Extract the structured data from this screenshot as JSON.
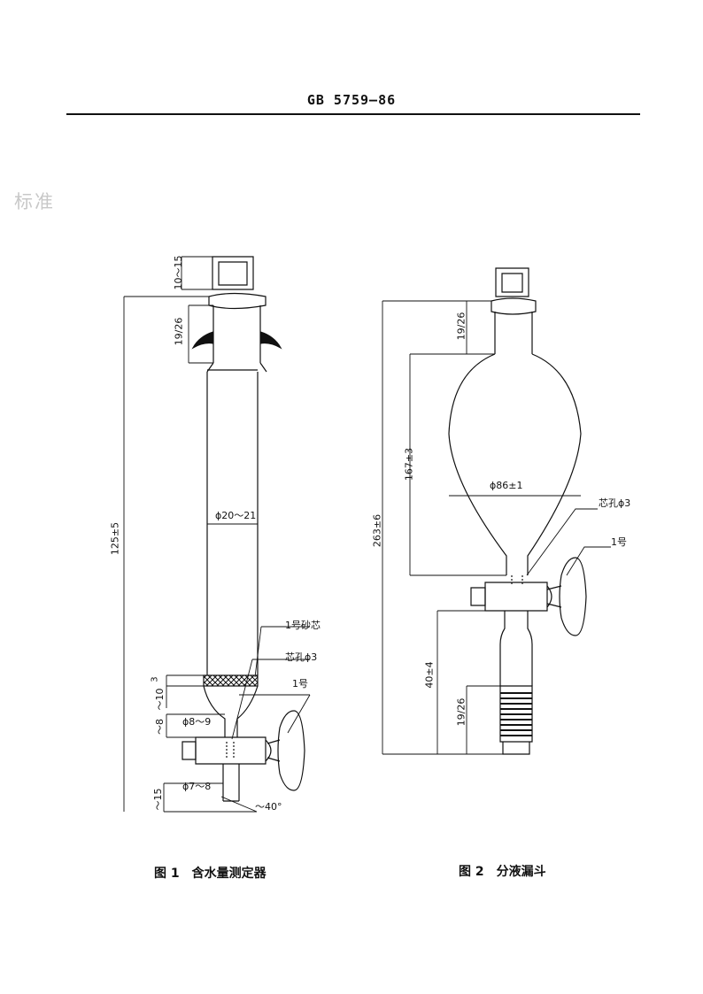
{
  "header": {
    "standard_code": "GB 5759—86"
  },
  "stamp": {
    "text": "标准"
  },
  "figure1": {
    "caption_number": "图 1",
    "caption_title": "含水量测定器",
    "dims": {
      "top": "10～15",
      "joint": "19/26",
      "total": "125±5",
      "diameter": "ϕ20～21",
      "frit_label": "1号砂芯",
      "hole_label": "芯孔ϕ3",
      "stopcock_label": "1号",
      "frit_thickness": "3",
      "neck_len": "～10",
      "neck_dia": "ϕ8～9",
      "neck_len2": "～8",
      "tip_dia": "ϕ7～8",
      "tip_len": "～15",
      "angle": "～40°"
    }
  },
  "figure2": {
    "caption_number": "图 2",
    "caption_title": "分液漏斗",
    "dims": {
      "joint_top": "19/26",
      "bulb_len": "167±3",
      "total": "263±6",
      "diameter": "ϕ86±1",
      "hole_label": "芯孔ϕ3",
      "stopcock_label": "1号",
      "stem_len": "40±4",
      "joint_bottom": "19/26"
    }
  }
}
